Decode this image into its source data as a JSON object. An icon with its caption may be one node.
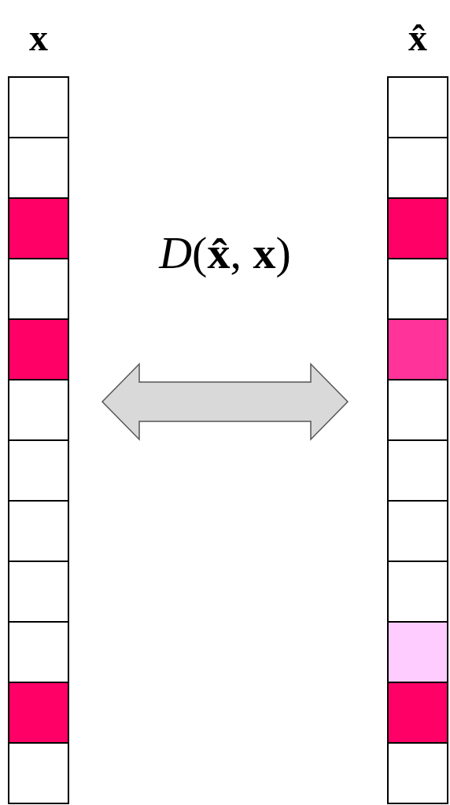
{
  "diagram": {
    "nodes": [
      {
        "text": [
          "x"
        ]
      },
      {
        "text": [],
        "shape": "box",
        "in": 0
      },
      {
        "text": [],
        "shape": "box",
        "in": 0
      },
      {
        "text": [],
        "shape": "box",
        "in": 0
      },
      {
        "text": [],
        "shape": "box",
        "in": 0
      },
      {
        "text": [],
        "shape": "box",
        "in": 0
      },
      {
        "text": [],
        "shape": "box",
        "in": 0
      },
      {
        "text": [],
        "shape": "box",
        "in": 0
      },
      {
        "text": [],
        "shape": "box",
        "in": 0
      },
      {
        "text": [],
        "shape": "box",
        "in": 0
      },
      {
        "text": [],
        "shape": "box",
        "in": 0
      },
      {
        "text": [],
        "shape": "box",
        "in": 0
      },
      {
        "text": [],
        "shape": "box",
        "in": 0
      },
      {
        "text": [
          "x̂"
        ]
      },
      {
        "text": [],
        "shape": "box",
        "in": 13
      },
      {
        "text": [],
        "shape": "box",
        "in": 13
      },
      {
        "text": [],
        "shape": "box",
        "in": 13
      },
      {
        "text": [],
        "shape": "box",
        "in": 13
      },
      {
        "text": [],
        "shape": "box",
        "in": 13
      },
      {
        "text": [],
        "shape": "box",
        "in": 13
      },
      {
        "text": [],
        "shape": "box",
        "in": 13
      },
      {
        "text": [],
        "shape": "box",
        "in": 13
      },
      {
        "text": [],
        "shape": "box",
        "in": 13
      },
      {
        "text": [],
        "shape": "box",
        "in": 13
      },
      {
        "text": [],
        "shape": "box",
        "in": 13
      },
      {
        "text": [],
        "shape": "box",
        "in": 13
      }
    ],
    "edges": [
      {
        "from": 0,
        "to": 13,
        "arrow": "both",
        "label": "*D*(**x̂**, **x**)"
      }
    ]
  }
}
